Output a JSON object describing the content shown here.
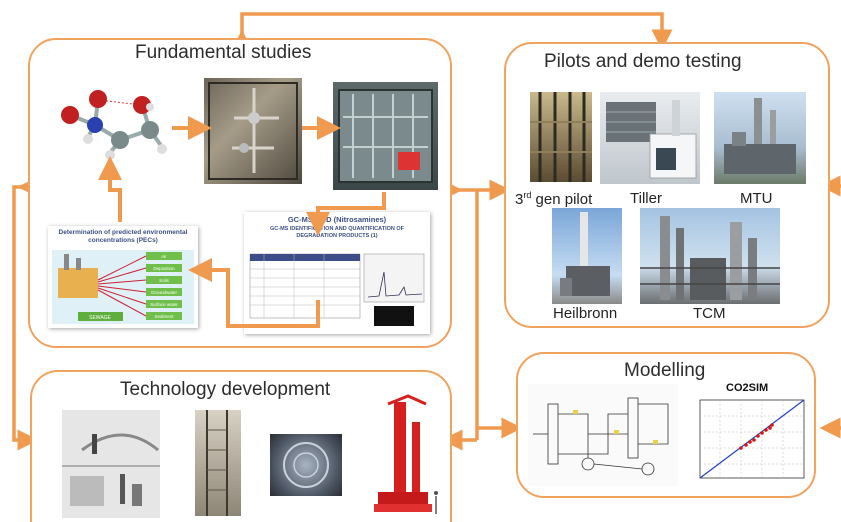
{
  "panels": {
    "fundamental": {
      "title": "Fundamental studies"
    },
    "pilots": {
      "title": "Pilots and demo testing"
    },
    "technology": {
      "title": "Technology development"
    },
    "modelling": {
      "title": "Modelling"
    }
  },
  "pilot_labels": {
    "third_gen": "3rd gen pilot",
    "third_gen_main": "3",
    "third_gen_sup": "rd",
    "third_gen_rest": " gen pilot",
    "tiller": "Tiller",
    "mtu": "MTU",
    "heilbronn": "Heilbronn",
    "tcm": "TCM"
  },
  "documents": {
    "pec_title": "Determination of predicted environmental concentrations (PECs)",
    "gcms_title": "GC-MS-NCD (Nitrosamines)",
    "gcms_subtitle": "GC-MS IDENTIFICATION AND QUANTIFICATION OF DEGRADATION PRODUCTS (1)",
    "pec_nodes": [
      "Air",
      "Deposition",
      "Soils",
      "Groundwater",
      "Surface water",
      "Sediment",
      "SEWAGE"
    ]
  },
  "modelling": {
    "chart_title": "CO2SIM"
  },
  "colors": {
    "accent": "#f0a35e",
    "arrow": "#ef9a4f"
  }
}
